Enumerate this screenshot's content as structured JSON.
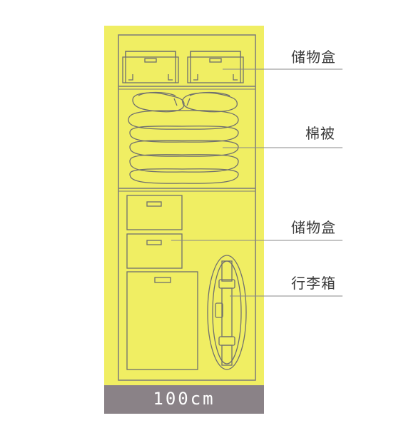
{
  "labels": {
    "storage_box_top": "储物盒",
    "quilt": "棉被",
    "storage_box_mid": "储物盒",
    "luggage": "行李箱"
  },
  "width_label": "100cm",
  "colors": {
    "cabinet_fill": "#F0EE63",
    "cabinet_edge": "#E6E24A",
    "line": "#777777",
    "base_bar": "#8A8287",
    "leader": "#888888"
  }
}
